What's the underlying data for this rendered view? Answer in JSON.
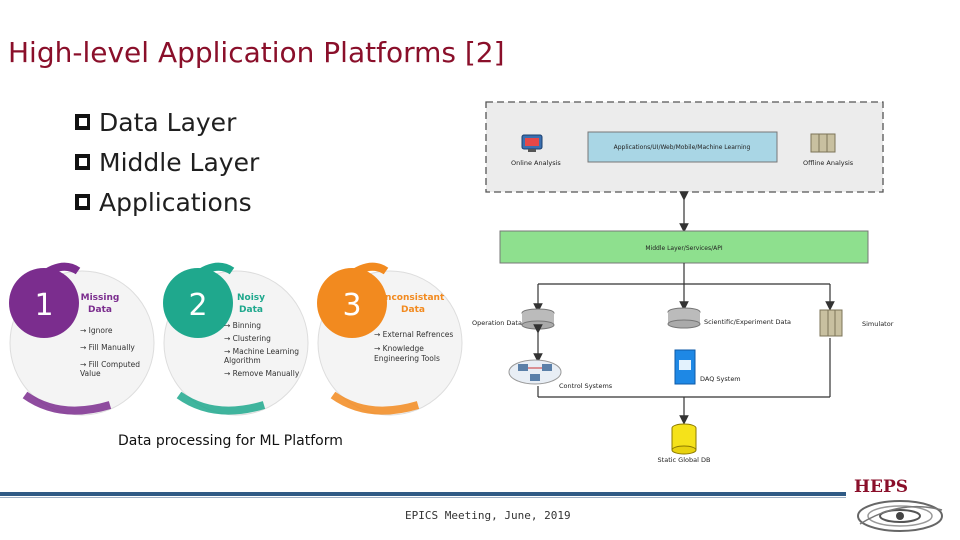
{
  "slide": {
    "title": "High-level Application Platforms [2]",
    "bullets": [
      "Data Layer",
      "Middle Layer",
      "Applications"
    ],
    "caption": "Data processing for ML Platform",
    "footer": "EPICS Meeting,  June,  2019",
    "logo_text": "HEPS"
  },
  "data_processing": [
    {
      "number": "1",
      "title_lines": [
        "Missing",
        "Data"
      ],
      "color": "#7b2d8e",
      "items": [
        "→ Ignore",
        "→ Fill Manually",
        "→ Fill Computed",
        "   Value"
      ]
    },
    {
      "number": "2",
      "title_lines": [
        "Noisy",
        "Data"
      ],
      "color": "#1fa88d",
      "items": [
        "→ Binning",
        "→ Clustering",
        "→ Machine Learning",
        "   Algorithm",
        "→ Remove Manually"
      ]
    },
    {
      "number": "3",
      "title_lines": [
        "Inconsistant",
        "Data"
      ],
      "color": "#f28a1f",
      "items": [
        "→ External Refrences",
        "→ Knowledge",
        "   Engineering Tools"
      ]
    }
  ],
  "architecture": {
    "online_analysis": "Online Analysis",
    "applications": "Applications/UI/Web/Mobile/Machine Learning",
    "offline_analysis": "Offline Analysis",
    "middle_layer": "Middle Layer/Services/API",
    "operation_data": "Operation Data",
    "scientific_data": "Scientific/Experiment Data",
    "simulator": "Simulator",
    "control_systems": "Control Systems",
    "daq_system": "DAQ System",
    "static_global_db": "Static Global DB",
    "colors": {
      "applications_box": "#a9d6e5",
      "middle_box": "#8ee08e",
      "dashed_panel": "#ececec",
      "db_yellow": "#f5e21a",
      "daq_blue": "#1e88e5"
    }
  }
}
